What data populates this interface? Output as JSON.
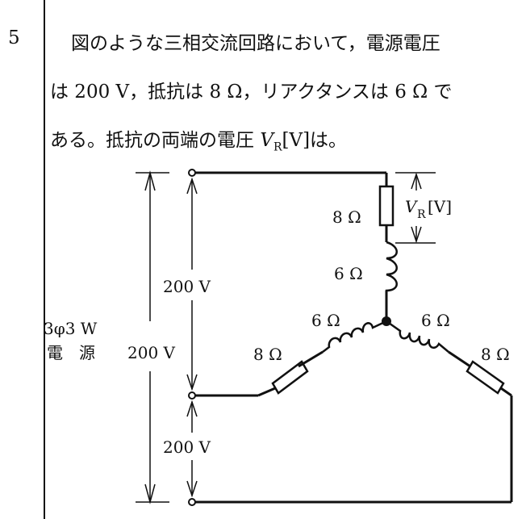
{
  "question": {
    "number": "5",
    "line1": "図のような三相交流回路において，電源電圧",
    "line2": "は 200 V，抵抗は 8 Ω，リアクタンスは 6 Ω で",
    "line3_a": "ある。抵抗の両端の電圧 ",
    "line3_v": "V",
    "line3_sub": "R",
    "line3_b": "[V]は。"
  },
  "diagram": {
    "source_label_1": "3φ3 W",
    "source_label_2": "電　源",
    "v_total": "200 V",
    "v_top": "200 V",
    "v_bottom": "200 V",
    "top_r": "8 Ω",
    "top_x": "6 Ω",
    "left_x": "6 Ω",
    "left_r": "8 Ω",
    "right_x": "6 Ω",
    "right_r": "8 Ω",
    "vr_v": "V",
    "vr_sub": "R",
    "vr_unit": "[V]"
  }
}
